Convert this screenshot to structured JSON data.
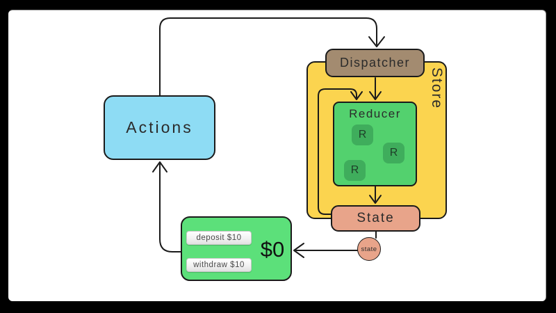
{
  "nodes": {
    "actions": {
      "label": "Actions"
    },
    "dispatcher": {
      "label": "Dispatcher"
    },
    "store": {
      "label": "Store"
    },
    "reducer": {
      "label": "Reducer",
      "chips": [
        "R",
        "R",
        "R"
      ]
    },
    "state": {
      "label": "State"
    },
    "state_token": {
      "label": "state"
    },
    "bank": {
      "buttons": [
        {
          "label": "deposit $10"
        },
        {
          "label": "withdraw $10"
        }
      ],
      "balance": "$0"
    }
  },
  "colors": {
    "background": "#000000",
    "canvas": "#ffffff",
    "line": "#1a1a1a",
    "actions_fill": "#8edcf4",
    "store_fill": "#fbd44f",
    "dispatcher_fill": "#a38b70",
    "reducer_fill": "#53d16e",
    "reducer_chip_fill": "#3fad5c",
    "state_fill": "#e8a48a",
    "bank_fill": "#5ce07a"
  }
}
